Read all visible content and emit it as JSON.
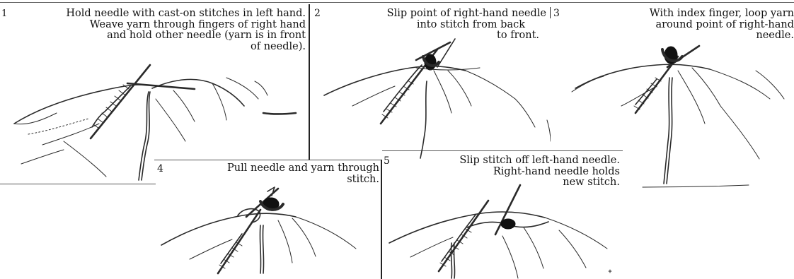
{
  "steps": [
    {
      "number": "1",
      "lines": [
        "Hold needle with cast-on stitches in left hand.",
        "Weave yarn through fingers of right hand",
        "and hold other needle (yarn is in front",
        "of needle)."
      ]
    },
    {
      "number": "2",
      "lines": [
        "Slip point of right-hand needle",
        "into stitch from back",
        "to front."
      ]
    },
    {
      "number": "3",
      "lines": [
        "With index finger, loop yarn",
        "around point of right-hand",
        "needle."
      ]
    },
    {
      "number": "4",
      "lines": [
        "Pull needle and yarn through",
        "stitch."
      ]
    },
    {
      "number": "5",
      "lines": [
        "Slip stitch off left-hand needle.",
        "Right-hand needle holds",
        "new stitch."
      ]
    }
  ]
}
